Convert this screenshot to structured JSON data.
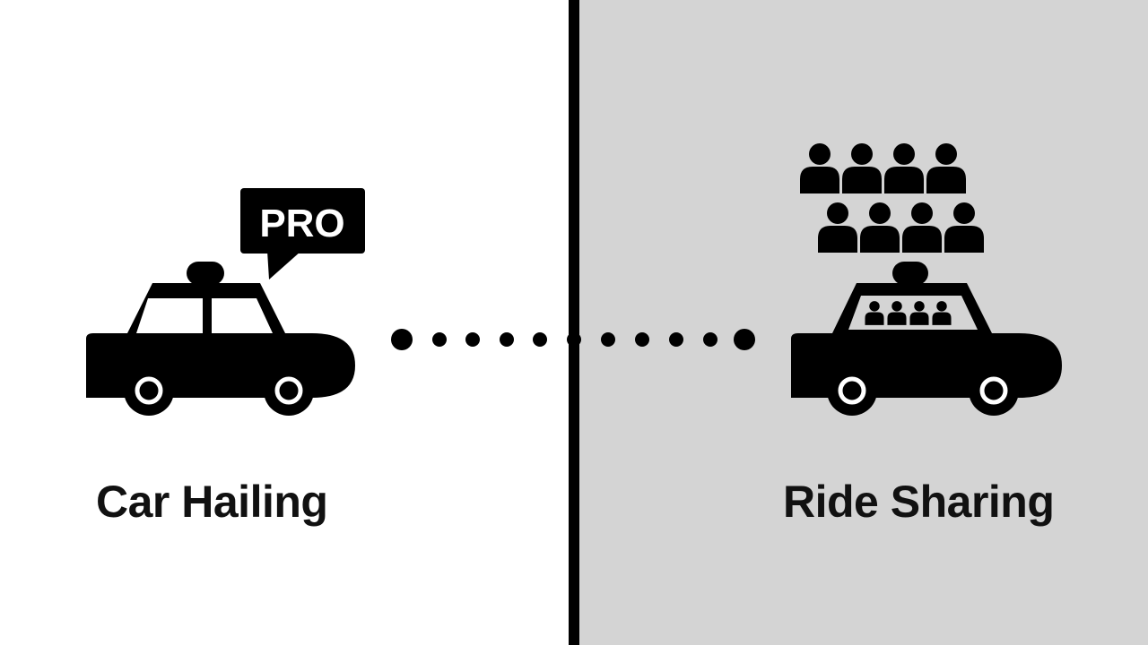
{
  "left": {
    "label": "Car Hailing",
    "badge_text": "PRO",
    "background": "#ffffff"
  },
  "right": {
    "label": "Ride Sharing",
    "background": "#d4d4d4"
  },
  "colors": {
    "ink": "#000000",
    "divider": "#000000"
  },
  "icons": {
    "left_car": "taxi-car-icon",
    "badge": "speech-bubble-icon",
    "connector": "dotted-connector",
    "right_car": "shared-taxi-icon",
    "passengers": "people-group-icon"
  }
}
